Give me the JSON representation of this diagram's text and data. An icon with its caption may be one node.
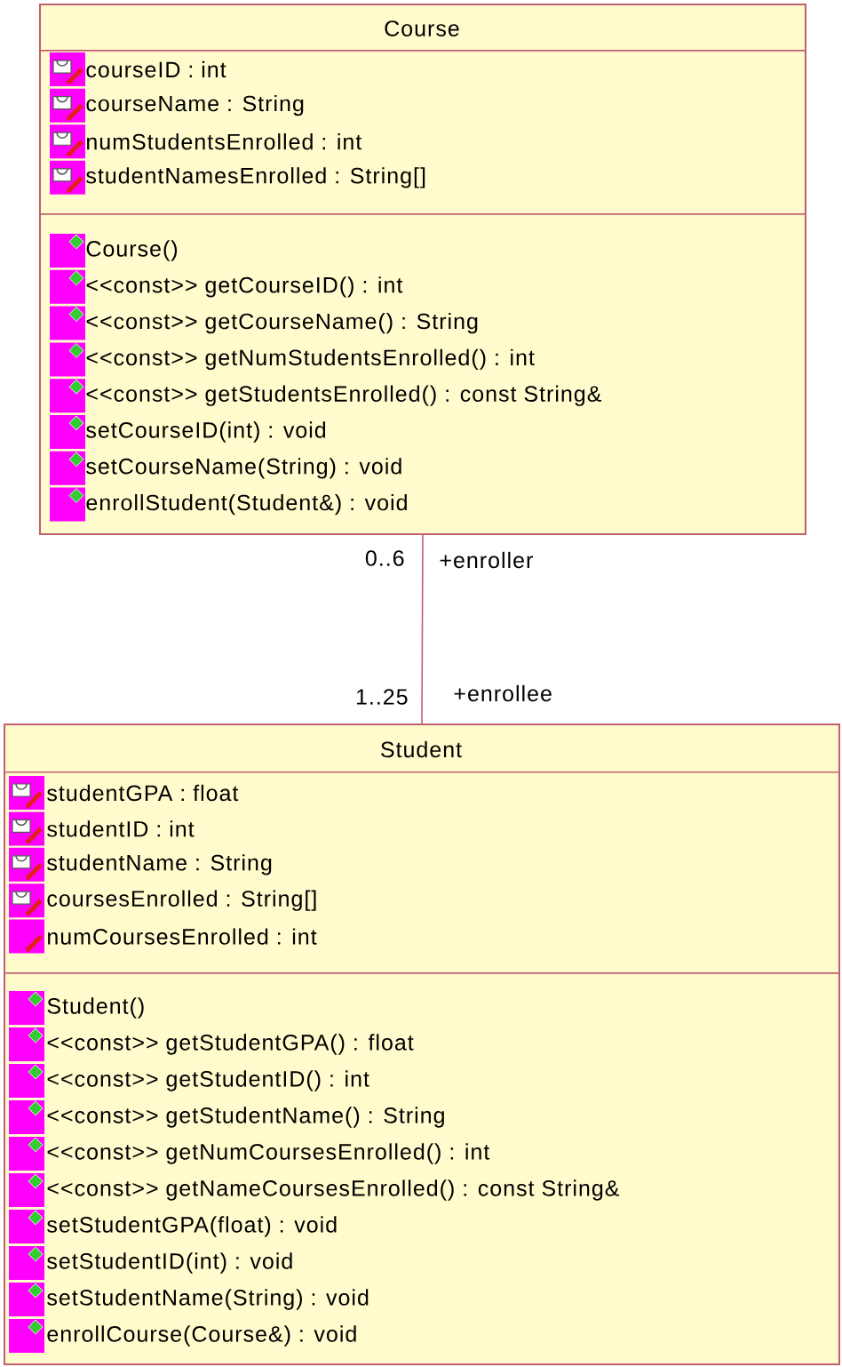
{
  "diagram": {
    "nodes": [
      {
        "text": [
          "Course"
        ]
      },
      {
        "text": [
          "courseID : int",
          "courseName : String",
          "numStudentsEnrolled : int",
          "studentNamesEnrolled : String[]"
        ],
        "in": 0
      },
      {
        "text": [
          "Course()",
          "<<const>> getCourseID() : int",
          "<<const>> getCourseName() : String",
          "<<const>> getNumStudentsEnrolled() : int",
          "<<const>> getStudentsEnrolled() : const String&",
          "setCourseID(int) : void",
          "setCourseName(String) : void",
          "enrollStudent(Student&) : void"
        ],
        "in": 0
      },
      {
        "text": [
          "Student"
        ]
      },
      {
        "text": [
          "studentGPA : float",
          "studentID : int",
          "studentName : String",
          "coursesEnrolled : String[]",
          "numCoursesEnrolled : int"
        ],
        "in": 3
      },
      {
        "text": [
          "Student()",
          "<<const>> getStudentGPA() : float",
          "<<const>> getStudentID() : int",
          "<<const>> getStudentName() : String",
          "<<const>> getNumCoursesEnrolled() : int",
          "<<const>> getNameCoursesEnrolled() : const String&",
          "setStudentGPA(float) : void",
          "setStudentID(int) : void",
          "setStudentName(String) : void",
          "enrollCourse(Course&) : void"
        ],
        "in": 3
      }
    ],
    "edges": [
      {
        "from": 0,
        "to": 3,
        "arrow": "none"
      }
    ],
    "labels": [
      "0..6",
      "+enroller",
      "1..25",
      "+enrollee"
    ]
  }
}
